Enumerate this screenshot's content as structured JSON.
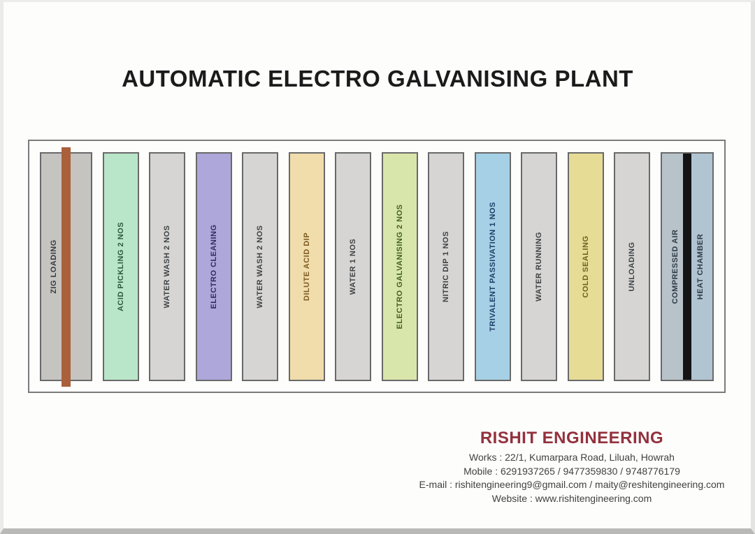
{
  "title": "AUTOMATIC ELECTRO GALVANISING PLANT",
  "plant": {
    "tanks": [
      {
        "label": "ZIG LOADING",
        "fill": "#c6c4c1",
        "text_color": "#3a3a3a",
        "rod_color": "#a9603b"
      },
      {
        "label": "ACID PICKLING 2 NOS",
        "fill": "#b9e6c8",
        "text_color": "#2a5b3a"
      },
      {
        "label": "WATER WASH 2 NOS",
        "fill": "#d6d5d3",
        "text_color": "#3f4245"
      },
      {
        "label": "ELECTRO CLEANING",
        "fill": "#aea7d9",
        "text_color": "#332a63"
      },
      {
        "label": "WATER WASH 2 NOS",
        "fill": "#d6d5d3",
        "text_color": "#3f4245"
      },
      {
        "label": "DILUTE ACID DIP",
        "fill": "#f1dcac",
        "text_color": "#7d5c22"
      },
      {
        "label": "WATER 1 NOS",
        "fill": "#d6d5d3",
        "text_color": "#3f4245"
      },
      {
        "label": "ELECTRO GALVANISING 2 NOS",
        "fill": "#d9e6ab",
        "text_color": "#44611f"
      },
      {
        "label": "NITRIC DIP 1 NOS",
        "fill": "#d6d5d3",
        "text_color": "#3f4245"
      },
      {
        "label": "TRIVALENT PASSIVATION 1 NOS",
        "fill": "#a6d0e6",
        "text_color": "#1f3f66"
      },
      {
        "label": "WATER RUNNING",
        "fill": "#d6d5d3",
        "text_color": "#3f4245"
      },
      {
        "label": "COLD SEALING",
        "fill": "#e7dc96",
        "text_color": "#6b6323"
      },
      {
        "label": "UNLOADING",
        "fill": "#d6d5d3",
        "text_color": "#3f4245"
      },
      {
        "labels": [
          "COMPRESSED AIR",
          "HEAT CHAMBER"
        ],
        "fill_left": "#b8c2c9",
        "fill_right": "#b1c4d2",
        "divider_color": "#141414",
        "text_color": "#2e3b46"
      }
    ]
  },
  "footer": {
    "company": "RISHIT ENGINEERING",
    "company_color": "#93313d",
    "works": "Works : 22/1, Kumarpara Road, Liluah, Howrah",
    "mobile": "Mobile : 6291937265 / 9477359830 / 9748776179",
    "email": "E-mail : rishitengineering9@gmail.com / maity@reshitengineering.com",
    "website": "Website : www.rishitengineering.com"
  }
}
